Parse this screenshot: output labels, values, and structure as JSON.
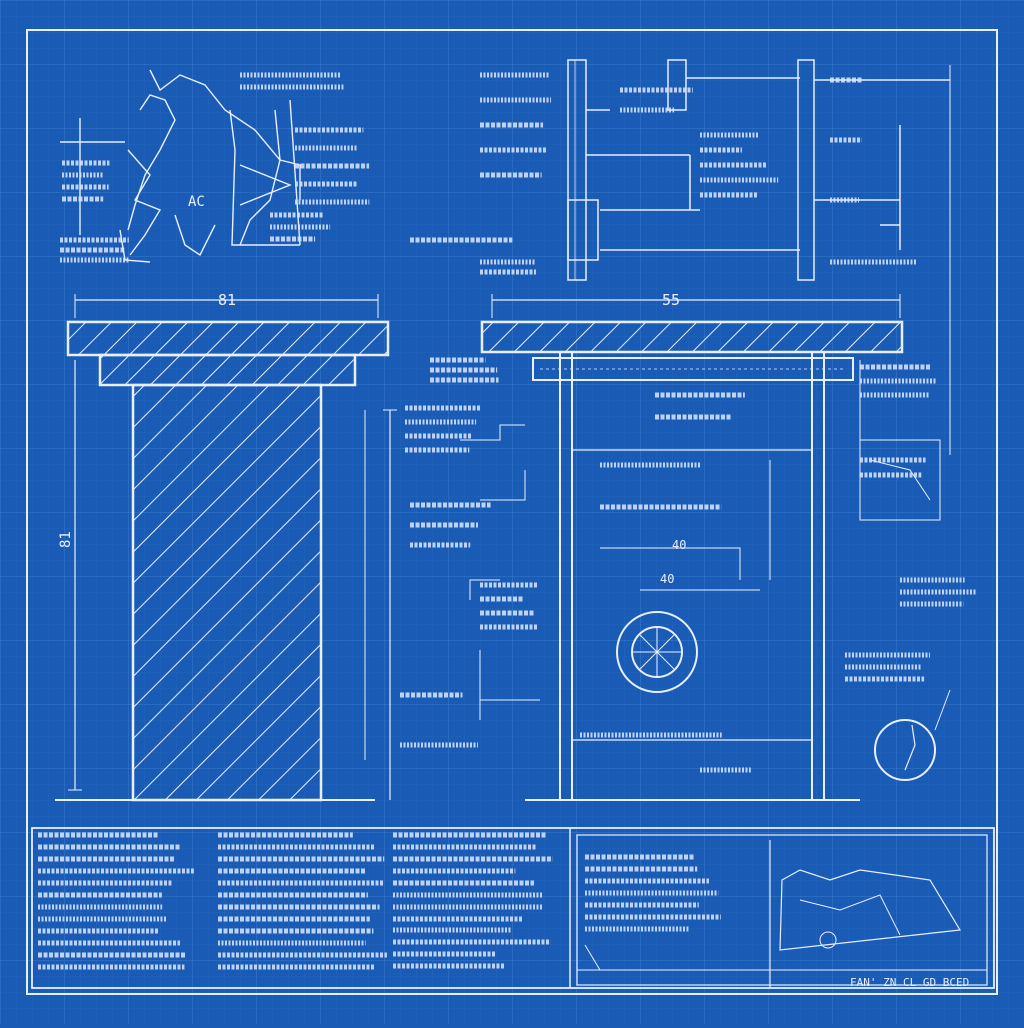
{
  "colors": {
    "background": "#1a5bb5",
    "grid_minor": "#2a6cc4",
    "grid_major": "#3a7bd0",
    "line": "#e8f0ff",
    "line_dim": "#b8cff0"
  },
  "dimensions": {
    "left_column_width": "81",
    "right_column_width": "55",
    "column_height": "81"
  },
  "corner_labels": {
    "top_left_detail": "AC",
    "mid_tag": "40",
    "mid_tag_2": "40"
  },
  "title_block": {
    "code": "FAN' ZN CL GD BCED"
  }
}
